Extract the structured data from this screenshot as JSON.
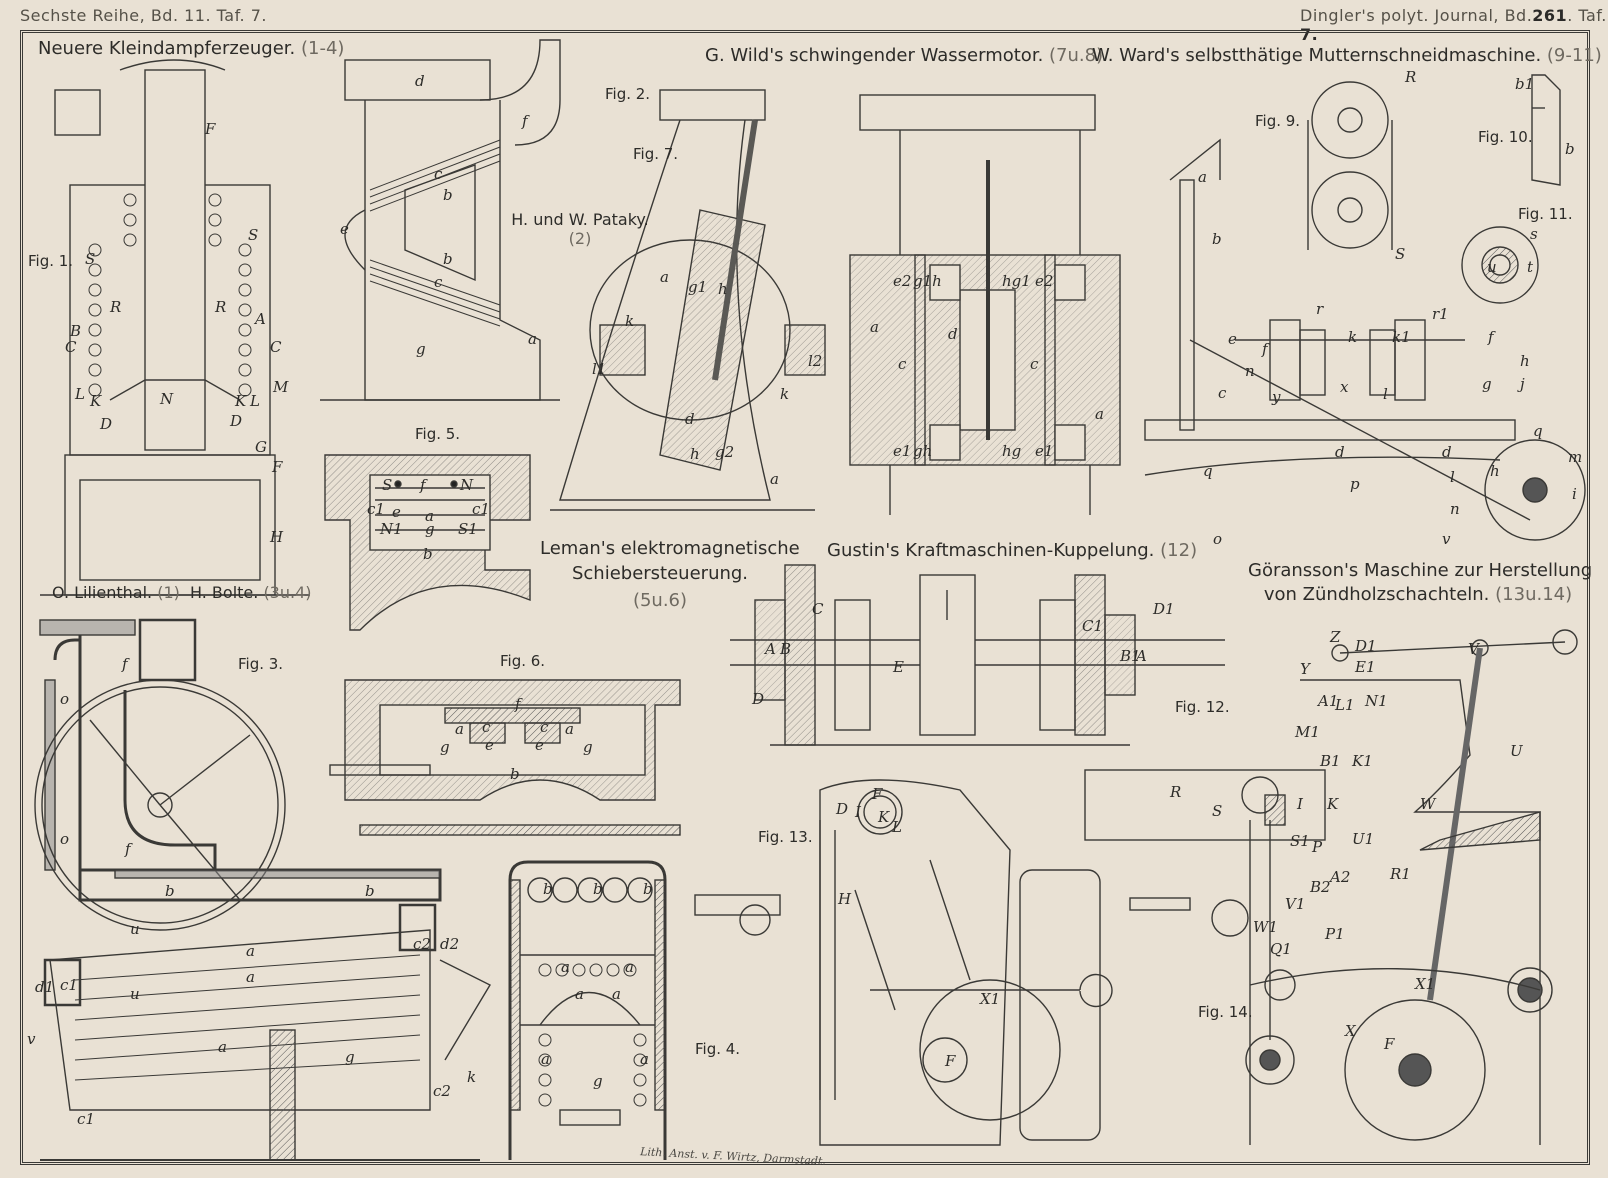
{
  "header": {
    "left": "Sechste Reihe, Bd. 11. Taf. 7.",
    "right_prefix": "Dingler's polyt. Journal, Bd.",
    "right_volume": "261",
    "right_suffix": ". Taf.",
    "right_plate": "7."
  },
  "sections": [
    {
      "title": "Neuere Kleindampferzeuger.",
      "figs": "(1-4)"
    },
    {
      "title": "G. Wild's schwingender Wassermotor.",
      "figs": "(7u.8)"
    },
    {
      "title": "W. Ward's selbstthätige Mutternschneidmaschine.",
      "figs": "(9-11)"
    },
    {
      "title": "Leman's elektromagnetische",
      "title2": "Schiebersteuerung.",
      "figs": "(5u.6)"
    },
    {
      "title": "Gustin's Kraftmaschinen-Kuppelung.",
      "figs": "(12)"
    },
    {
      "title": "Göransson's Maschine zur Herstellung",
      "title2": "von Zündholzschachteln.",
      "figs": "(13u.14)"
    }
  ],
  "credits": [
    {
      "name": "O. Lilienthal.",
      "figs": "(1)"
    },
    {
      "name": "H. Bolte.",
      "figs": "(3u.4)"
    },
    {
      "name": "H. und W. Pataky.",
      "figs": "(2)"
    }
  ],
  "figure_labels": [
    "Fig. 1.",
    "Fig. 2.",
    "Fig. 3.",
    "Fig. 4.",
    "Fig. 5.",
    "Fig. 6.",
    "Fig. 7.",
    "Fig. 9.",
    "Fig. 10.",
    "Fig. 11.",
    "Fig. 12.",
    "Fig. 13.",
    "Fig. 14."
  ],
  "part_letters": {
    "fig1": [
      "F",
      "S",
      "S",
      "R",
      "R",
      "A",
      "B",
      "C",
      "C",
      "M",
      "L",
      "K",
      "N",
      "K",
      "L",
      "D",
      "D",
      "G",
      "F",
      "H"
    ],
    "fig2": [
      "d",
      "f",
      "c",
      "b",
      "e",
      "b",
      "c",
      "g",
      "a"
    ],
    "fig3": [
      "f",
      "o",
      "o",
      "f",
      "b",
      "b",
      "u",
      "c2",
      "d2",
      "a",
      "a",
      "c1",
      "d1",
      "u",
      "a",
      "v",
      "g",
      "c2",
      "k",
      "c1"
    ],
    "fig4": [
      "b",
      "b",
      "b",
      "a",
      "a",
      "a",
      "a",
      "a",
      "a",
      "g"
    ],
    "fig5": [
      "S",
      "f",
      "N",
      "c1",
      "e",
      "a",
      "c1",
      "N1",
      "g",
      "S1",
      "b"
    ],
    "fig6": [
      "f",
      "a",
      "c",
      "c",
      "a",
      "g",
      "e",
      "e",
      "g",
      "b"
    ],
    "fig7": [
      "a",
      "g1",
      "h",
      "k",
      "l1",
      "d",
      "h",
      "g2",
      "l2",
      "k",
      "a"
    ],
    "fig8": [
      "e2",
      "g1h",
      "hg1",
      "e2",
      "a",
      "d",
      "c",
      "c",
      "e1",
      "gh",
      "hg",
      "e1",
      "a"
    ],
    "fig9": [
      "R",
      "a",
      "b",
      "S",
      "r",
      "k",
      "k1",
      "r1",
      "f",
      "f",
      "e",
      "n",
      "c",
      "y",
      "x",
      "l",
      "g",
      "h",
      "j",
      "q",
      "d",
      "d",
      "q",
      "p",
      "l",
      "h",
      "m",
      "i",
      "n",
      "o",
      "v"
    ],
    "fig10": [
      "b1",
      "b"
    ],
    "fig11": [
      "s",
      "u",
      "t"
    ],
    "fig12": [
      "C",
      "A",
      "B",
      "D",
      "E",
      "C1",
      "D1",
      "B1",
      "A"
    ],
    "fig13": [
      "F",
      "D",
      "I",
      "K",
      "L",
      "H",
      "X1",
      "F"
    ],
    "fig14": [
      "Z",
      "D1",
      "E1",
      "V",
      "Y",
      "A1",
      "L1",
      "N1",
      "M1",
      "B1",
      "K1",
      "U",
      "R",
      "S",
      "I",
      "K",
      "W",
      "S1",
      "P",
      "U1",
      "A2",
      "R1",
      "B2",
      "V1",
      "P1",
      "W1",
      "Q1",
      "X1",
      "X",
      "F"
    ]
  },
  "imprint": "Lith. Anst. v. F. Wirtz, Darmstadt."
}
